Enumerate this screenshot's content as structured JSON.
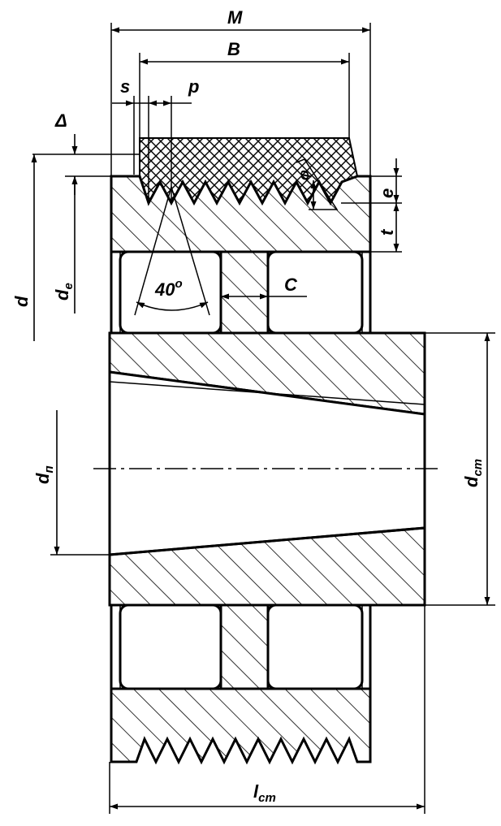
{
  "labels": {
    "M": "M",
    "B": "B",
    "s": "s",
    "p": "p",
    "delta": "Δ",
    "d": "d",
    "d_main": "d",
    "d_sub": "e",
    "e": "e",
    "t": "t",
    "phi": "φ",
    "angle": "40",
    "angle_unit": "o",
    "C": "C",
    "dn_main": "d",
    "dn_sub": "п",
    "dcm_main": "d",
    "dcm_sub": "ст",
    "lcm_main": "l",
    "lcm_sub": "ст"
  }
}
